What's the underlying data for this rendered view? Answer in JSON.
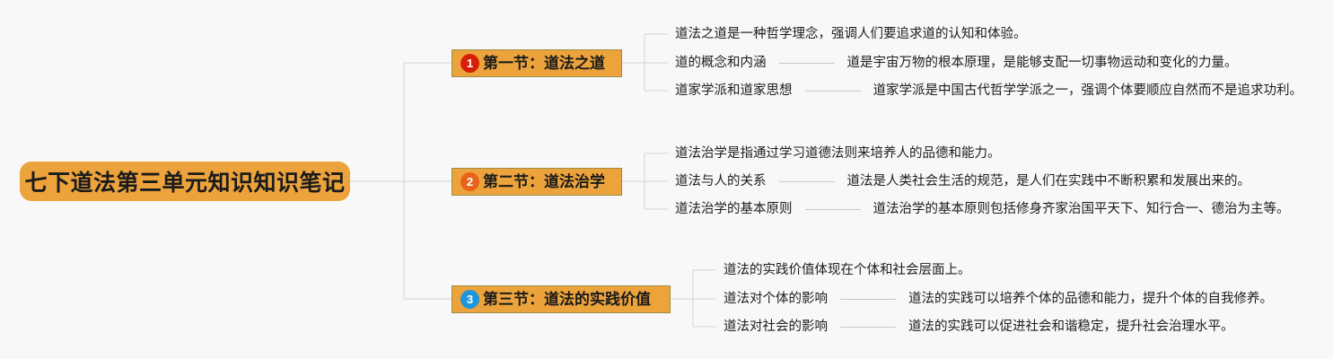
{
  "document": {
    "type": "mindmap",
    "background_color": "#f8f8f8",
    "node_fill_color": "#eda33c",
    "node_border_color": "#9c8c46",
    "connector_color": "#d4d4d4",
    "text_color": "#1c1c1c"
  },
  "root": {
    "label": "七下道法第三单元知识知识笔记"
  },
  "sections": [
    {
      "index": "1",
      "badge_color": "#d81f06",
      "label": "第一节：道法之道",
      "leaves": [
        {
          "topic": "",
          "desc": "道法之道是一种哲学理念，强调人们要追求道的认知和体验。",
          "has_connector": false
        },
        {
          "topic": "道的概念和内涵",
          "desc": "道是宇宙万物的根本原理，是能够支配一切事物运动和变化的力量。",
          "has_connector": true
        },
        {
          "topic": "道家学派和道家思想",
          "desc": "道家学派是中国古代哲学学派之一，强调个体要顺应自然而不是追求功利。",
          "has_connector": true
        }
      ]
    },
    {
      "index": "2",
      "badge_color": "#e8621a",
      "label": "第二节：道法治学",
      "leaves": [
        {
          "topic": "",
          "desc": "道法治学是指通过学习道德法则来培养人的品德和能力。",
          "has_connector": false
        },
        {
          "topic": "道法与人的关系",
          "desc": "道法是人类社会生活的规范，是人们在实践中不断积累和发展出来的。",
          "has_connector": true
        },
        {
          "topic": "道法治学的基本原则",
          "desc": "道法治学的基本原则包括修身齐家治国平天下、知行合一、德治为主等。",
          "has_connector": true
        }
      ]
    },
    {
      "index": "3",
      "badge_color": "#1f95db",
      "label": "第三节：道法的实践价值",
      "leaves": [
        {
          "topic": "",
          "desc": "道法的实践价值体现在个体和社会层面上。",
          "has_connector": false
        },
        {
          "topic": "道法对个体的影响",
          "desc": "道法的实践可以培养个体的品德和能力，提升个体的自我修养。",
          "has_connector": true
        },
        {
          "topic": "道法对社会的影响",
          "desc": "道法的实践可以促进社会和谐稳定，提升社会治理水平。",
          "has_connector": true
        }
      ]
    }
  ]
}
